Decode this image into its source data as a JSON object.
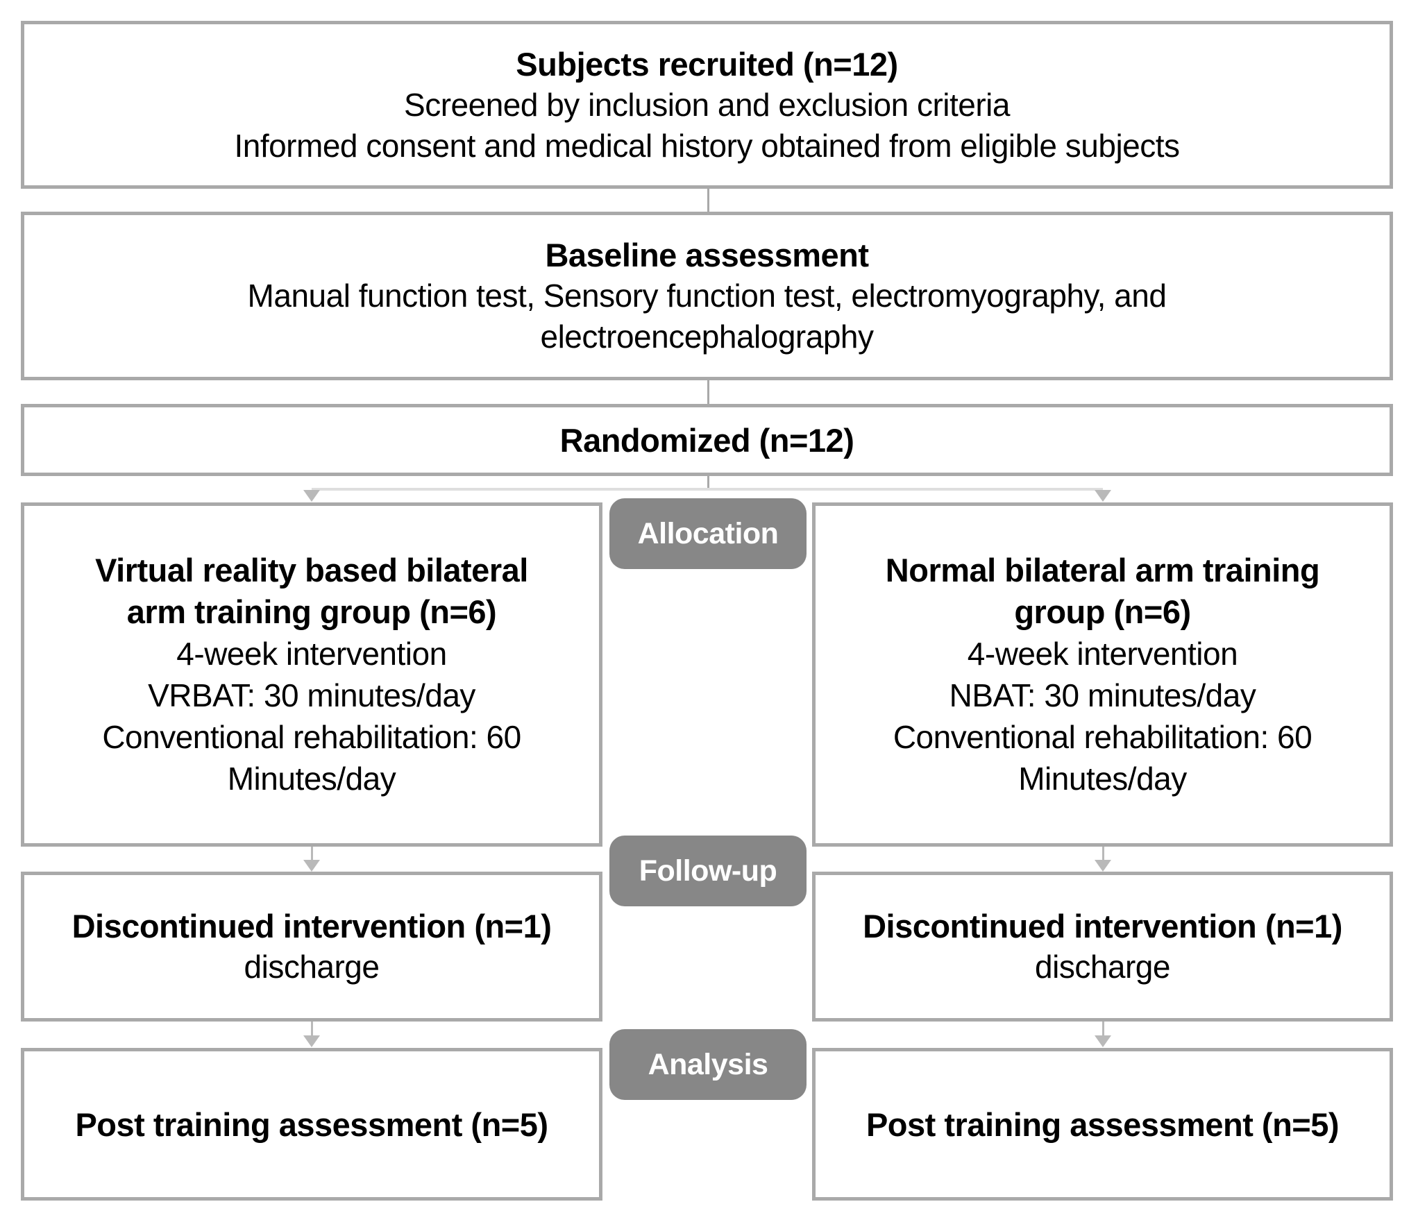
{
  "colors": {
    "box_border": "#a9a9a9",
    "badge_fill": "#878787",
    "badge_text": "#ffffff",
    "arrow": "#b9b9b9",
    "split_line": "#dedede",
    "text": "#000000",
    "background": "#ffffff"
  },
  "boxes": {
    "subjects": {
      "title": "Subjects recruited (n=12)",
      "lines": [
        "Screened by inclusion and exclusion criteria",
        "Informed consent and medical history obtained from eligible subjects"
      ]
    },
    "baseline": {
      "title": "Baseline assessment",
      "lines": [
        "Manual function test, Sensory function test, electromyography, and",
        "electroencephalography"
      ]
    },
    "randomized": {
      "title": "Randomized (n=12)"
    },
    "vrbat_group": {
      "title_lines": [
        "Virtual reality based bilateral",
        "arm training group (n=6)"
      ],
      "lines": [
        "4-week intervention",
        "VRBAT: 30 minutes/day",
        "Conventional rehabilitation: 60",
        "Minutes/day"
      ]
    },
    "nbat_group": {
      "title_lines": [
        "Normal bilateral arm training",
        "group (n=6)"
      ],
      "lines": [
        "4-week intervention",
        "NBAT: 30 minutes/day",
        "Conventional rehabilitation: 60",
        "Minutes/day"
      ]
    },
    "discontinued_left": {
      "title": "Discontinued intervention (n=1)",
      "lines": [
        "discharge"
      ]
    },
    "discontinued_right": {
      "title": "Discontinued intervention (n=1)",
      "lines": [
        "discharge"
      ]
    },
    "post_left": {
      "title": "Post training assessment (n=5)"
    },
    "post_right": {
      "title": "Post training assessment (n=5)"
    }
  },
  "stages": {
    "allocation": "Allocation",
    "followup": "Follow-up",
    "analysis": "Analysis"
  }
}
